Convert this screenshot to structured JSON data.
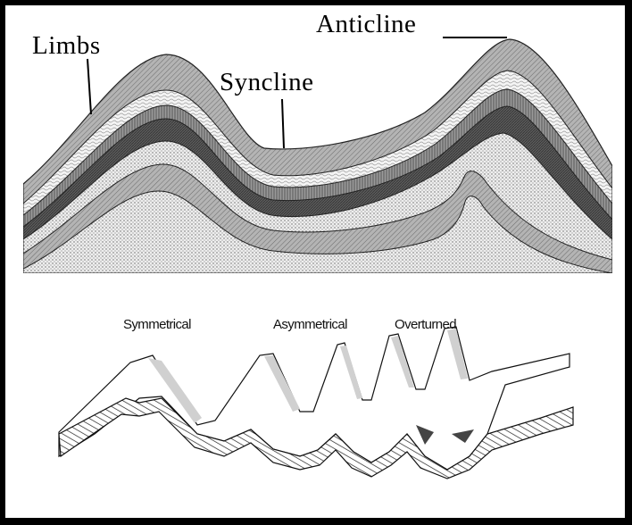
{
  "labels": {
    "limbs": "Limbs",
    "syncline": "Syncline",
    "anticline": "Anticline"
  },
  "fold_types": {
    "symmetrical": "Symmetrical",
    "asymmetrical": "Asymmetrical",
    "overturned": "Overturned"
  },
  "colors": {
    "frame": "#000000",
    "background": "#ffffff",
    "top_layer": "#a8a8a8",
    "dark_layer": "#5e5e5e",
    "light_layer": "#e6e6e6",
    "base": "#c4c4c4"
  }
}
